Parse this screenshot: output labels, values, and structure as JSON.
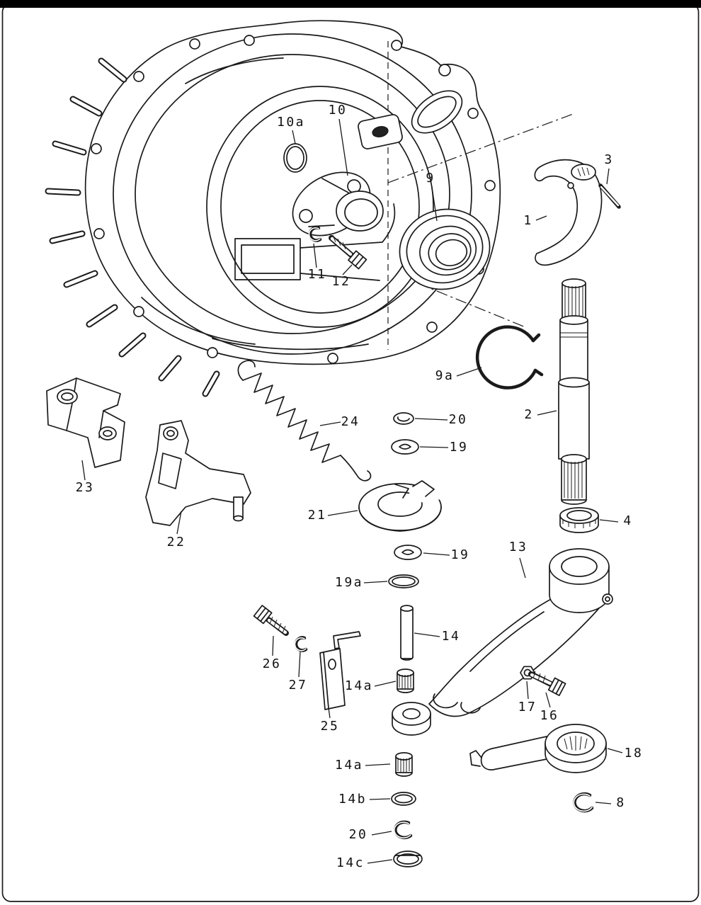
{
  "page": {
    "background": "#ffffff",
    "line_color": "#1a1a1a"
  },
  "diagram": {
    "kind": "exploded-parts-diagram",
    "callouts": [
      {
        "text": "10a"
      },
      {
        "text": "10"
      },
      {
        "text": "9"
      },
      {
        "text": "3"
      },
      {
        "text": "1"
      },
      {
        "text": "11"
      },
      {
        "text": "12"
      },
      {
        "text": "9a"
      },
      {
        "text": "2"
      },
      {
        "text": "24"
      },
      {
        "text": "20"
      },
      {
        "text": "19"
      },
      {
        "text": "23"
      },
      {
        "text": "21"
      },
      {
        "text": "22"
      },
      {
        "text": "4"
      },
      {
        "text": "19"
      },
      {
        "text": "13"
      },
      {
        "text": "19a"
      },
      {
        "text": "14"
      },
      {
        "text": "26"
      },
      {
        "text": "27"
      },
      {
        "text": "14a"
      },
      {
        "text": "17"
      },
      {
        "text": "16"
      },
      {
        "text": "25"
      },
      {
        "text": "18"
      },
      {
        "text": "14a"
      },
      {
        "text": "14b"
      },
      {
        "text": "8"
      },
      {
        "text": "20"
      },
      {
        "text": "14c"
      }
    ]
  }
}
